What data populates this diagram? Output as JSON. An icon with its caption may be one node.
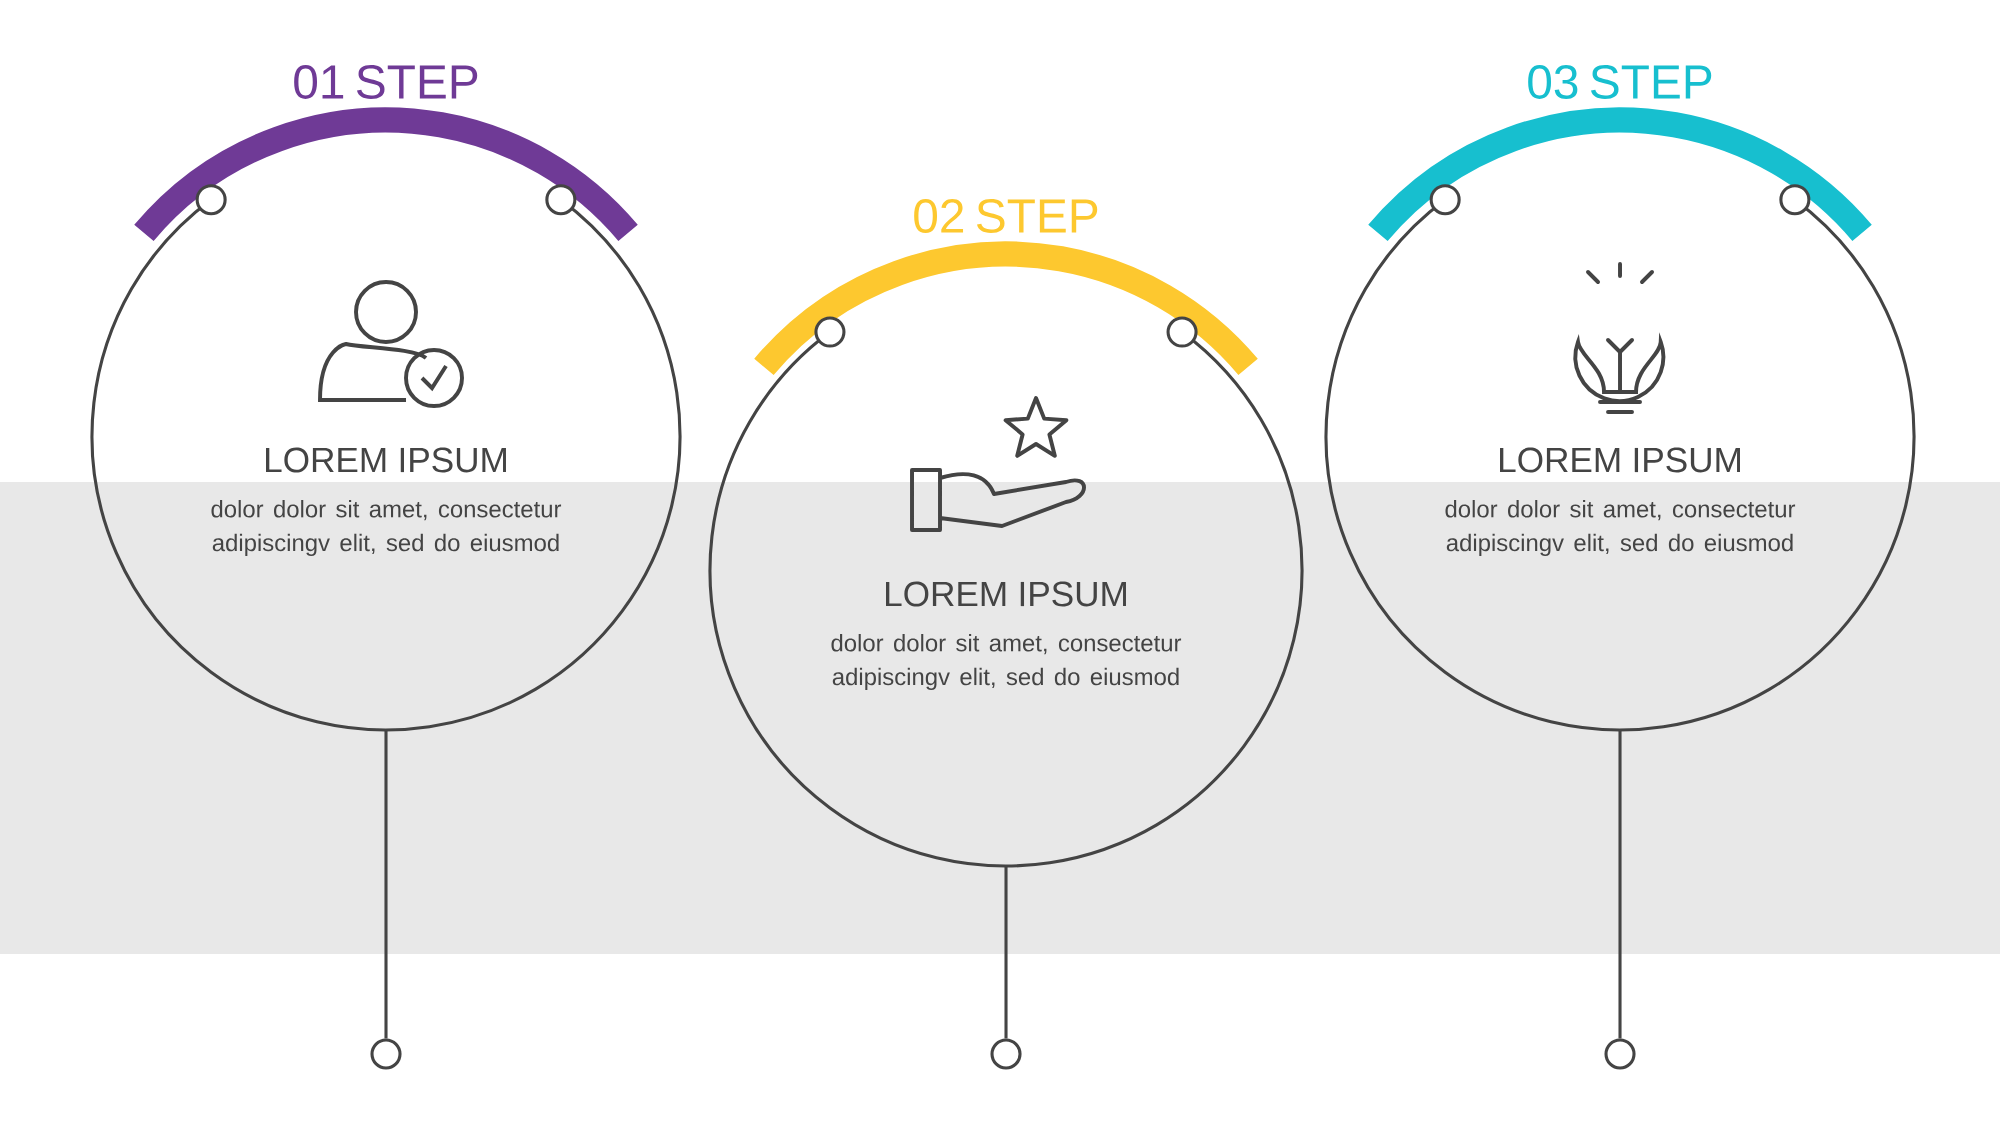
{
  "diagram": {
    "nodes": [
      {
        "text": [
          "01 STEP",
          "LOREM IPSUM",
          "dolor dolor sit amet, consectetur adipiscingv elit, sed do eiusmod"
        ]
      },
      {
        "text": [
          "02 STEP",
          "LOREM IPSUM",
          "dolor dolor sit amet, consectetur adipiscingv elit, sed do eiusmod"
        ]
      },
      {
        "text": [
          "03 STEP",
          "LOREM IPSUM",
          "dolor dolor sit amet, consectetur adipiscingv elit, sed do eiusmod"
        ]
      },
      {
        "text": [],
        "shape": "circle"
      },
      {
        "text": [],
        "shape": "circle"
      },
      {
        "text": [],
        "shape": "circle"
      }
    ],
    "edges": [
      {
        "from": 0,
        "to": 3,
        "arrow": "none"
      },
      {
        "from": 1,
        "to": 4,
        "arrow": "none"
      },
      {
        "from": 2,
        "to": 5,
        "arrow": "none"
      }
    ]
  }
}
